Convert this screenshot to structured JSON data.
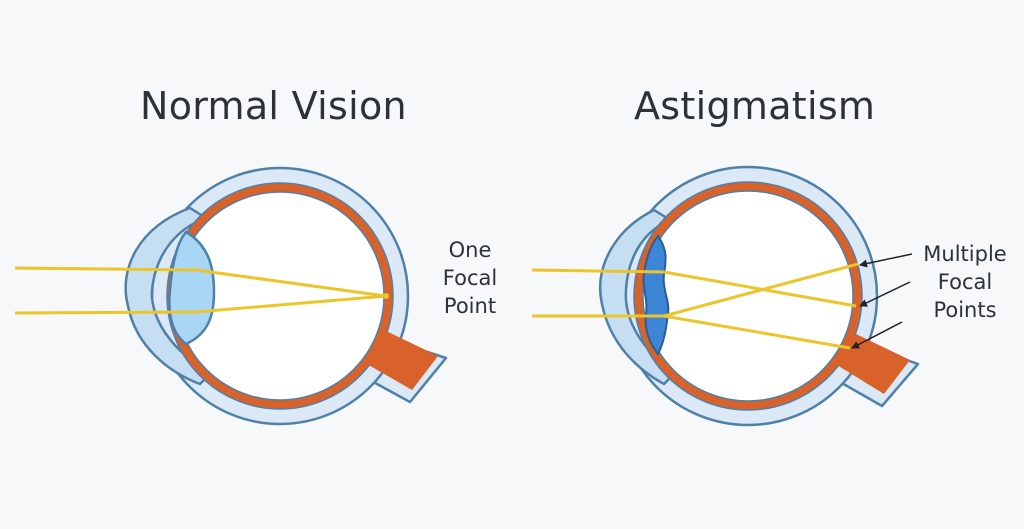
{
  "left_panel": {
    "title": "Normal Vision",
    "label_lines": [
      "One",
      "Focal",
      "Point"
    ]
  },
  "right_panel": {
    "title": "Astigmatism",
    "label_lines": [
      "Multiple",
      "Focal",
      "Points"
    ]
  },
  "colors": {
    "background": "#f6f8fa",
    "sclera": "#dbe9f6",
    "outline": "#4f80a8",
    "retina": "#d9622b",
    "cornea": "#c6def1",
    "lens": "#a9d6f5",
    "lens_distorted": "#3d86d6",
    "ray": "#ecc52a",
    "text": "#2b3338"
  }
}
